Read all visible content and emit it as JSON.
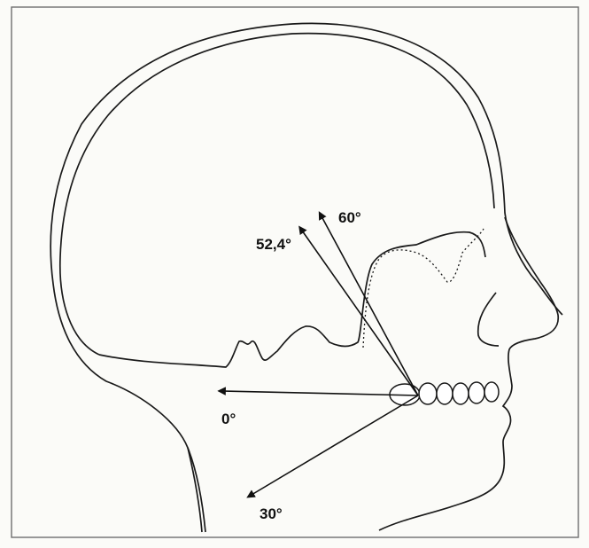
{
  "colors": {
    "paper": "#fbfbf8",
    "line": "#1a1a1a",
    "border": "#6e6e6e"
  },
  "labels": {
    "angle_60": "60°",
    "angle_52_4": "52,4°",
    "angle_0": "0°",
    "angle_30": "30°"
  }
}
